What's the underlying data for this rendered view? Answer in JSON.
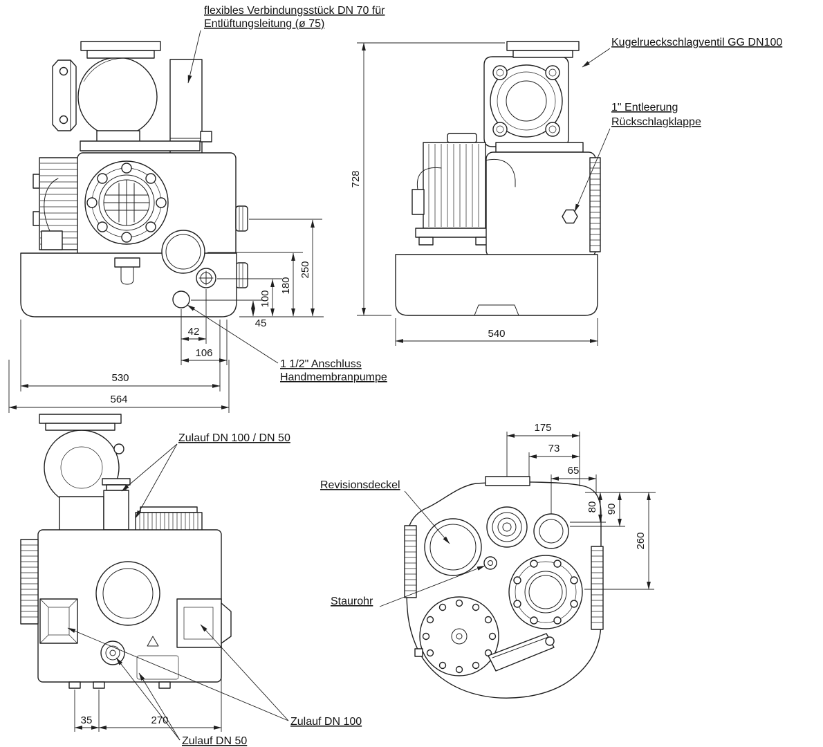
{
  "meta": {
    "drawing_type": "technical dimension drawing, sewage lifting station, 4 views"
  },
  "colors": {
    "line": "#1f1f1f",
    "background": "#ffffff"
  },
  "views": {
    "front": {
      "callouts": {
        "flex_line1": "flexibles Verbindungsstück DN 70 für",
        "flex_line2": "Entlüftungsleitung (ø 75)",
        "handpump_line1": "1 1/2\" Anschluss",
        "handpump_line2": "Handmembranpumpe"
      },
      "dims": {
        "h250": "250",
        "h180": "180",
        "h100": "100",
        "h45": "45",
        "w42": "42",
        "w106": "106",
        "w530": "530",
        "w564": "564"
      }
    },
    "side": {
      "callouts": {
        "valve": "Kugelrueckschlagventil GG DN100",
        "drain_line1": "1\" Entleerung",
        "drain_line2": "Rückschlagklappe"
      },
      "dims": {
        "h728": "728",
        "w540": "540"
      }
    },
    "inlet": {
      "callouts": {
        "zulauf_combo": "Zulauf DN 100 / DN 50",
        "zulauf_dn100": "Zulauf DN 100",
        "zulauf_dn50": "Zulauf DN 50"
      },
      "dims": {
        "w35": "35",
        "w270": "270"
      }
    },
    "top": {
      "callouts": {
        "revisionsdeckel": "Revisionsdeckel",
        "staurohr": "Staurohr"
      },
      "dims": {
        "w175": "175",
        "w73": "73",
        "w65": "65",
        "h80": "80",
        "h90": "90",
        "h260": "260"
      }
    }
  }
}
